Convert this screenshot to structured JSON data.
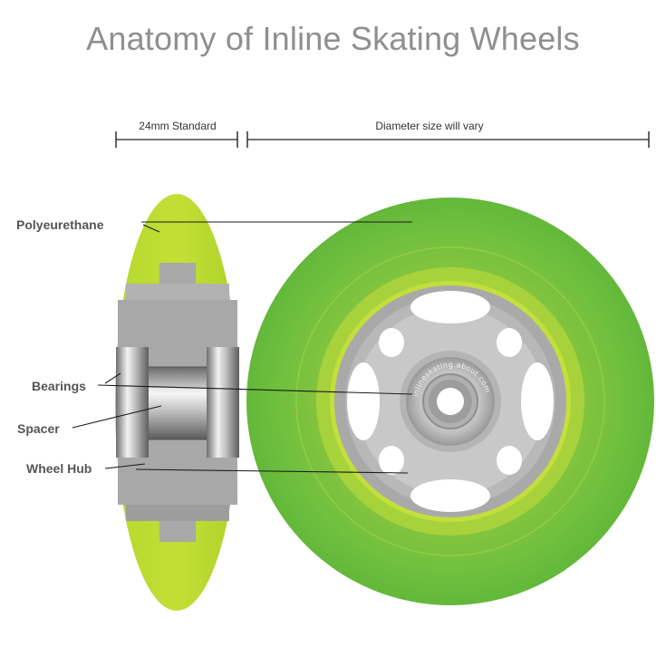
{
  "title": "Anatomy of  Inline Skating Wheels",
  "dimensions": {
    "width_label": "24mm Standard",
    "diameter_label": "Diameter size will vary"
  },
  "labels": {
    "polyurethane": "Polyeurethane",
    "bearings": "Bearings",
    "spacer": "Spacer",
    "wheel_hub": "Wheel Hub"
  },
  "bearing_text": "inlineskating.about.com",
  "colors": {
    "title": "#8f8f8f",
    "urethane_outer": "#7cc242",
    "urethane_inner": "#a6d33c",
    "hub": "#a9a9a9",
    "hub_light": "#c6c6c6",
    "bearing": "#bdbdbd"
  }
}
